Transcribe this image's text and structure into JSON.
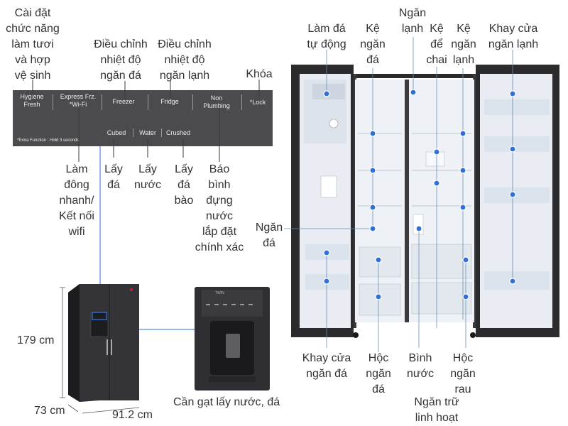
{
  "panel": {
    "hygiene": "Hygiene\nFresh",
    "express": "Express Frz.\n*Wi-Fi",
    "freezer": "Freezer",
    "fridge": "Fridge",
    "non_plumbing": "Non\nPlumbing",
    "lock": "*Lock",
    "cubed": "Cubed",
    "water": "Water",
    "crushed": "Crushed",
    "extra": "*Extra Function : Hold 3 seconds"
  },
  "top_labels": {
    "hygiene": "Cài đặt\nchức năng\nlàm tươi\nvà hợp\nvệ sinh",
    "freezer_temp": "Điều chỉnh\nnhiệt độ\nngăn đá",
    "fridge_temp": "Điều chỉnh\nnhiệt độ\nngăn lạnh",
    "lock": "Khóa"
  },
  "bottom_labels": {
    "express": "Làm\nđông\nnhanh/\nKết nối\nwifi",
    "cubed": "Lấy\nđá",
    "water": "Lấy\nnước",
    "crushed": "Lấy\nđá\nbào",
    "non_plumbing": "Báo\nbình\nđựng\nnước\nlắp đặt\nchính xác"
  },
  "dims": {
    "height": "179 cm",
    "depth": "73 cm",
    "width": "91.2 cm"
  },
  "dispenser_caption": "Cần gạt lấy nước, đá",
  "fridge_labels": {
    "auto_ice": "Làm đá\ntự động",
    "ice_shelf": "Kệ\nngăn\nđá",
    "fridge_comp": "Ngăn\nlạnh",
    "bottle_rack": "Kệ\nđể\nchai",
    "fridge_shelf": "Kệ\nngăn\nlạnh",
    "fridge_door_tray": "Khay cửa\nngăn lạnh",
    "freezer_comp": "Ngăn\nđá",
    "freezer_door_tray": "Khay cửa\nngăn đá",
    "freezer_drawer": "Hộc\nngăn\nđá",
    "water_tank": "Bình\nnước",
    "veg_drawer": "Hộc\nngăn\nrau",
    "flex_drawer": "Ngăn trữ\nlinh hoạt"
  },
  "colors": {
    "body": "#2b2b2e",
    "panel": "#4b4b4d",
    "interior": "#eef2f7",
    "marker": "#2f6fd8",
    "line": "#6a8caf"
  }
}
